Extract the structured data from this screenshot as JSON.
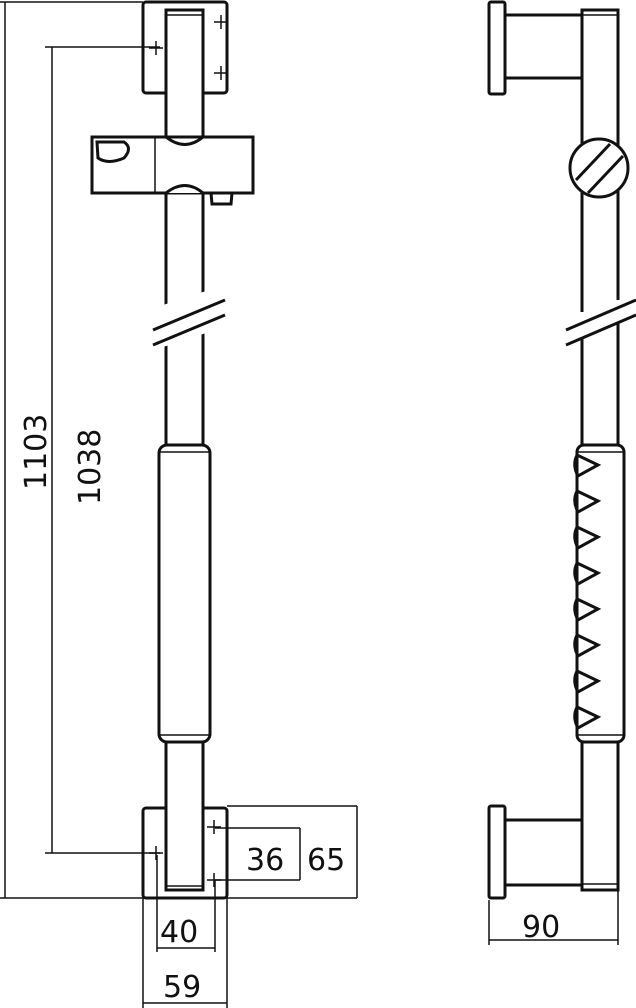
{
  "colors": {
    "line": "#111111",
    "background": "#ffffff"
  },
  "dimensions": {
    "overall_length": "1103",
    "fixing_centers": "1038",
    "bracket_hole_spacing": "36",
    "bracket_height": "65",
    "bracket_inner_width": "40",
    "bracket_width": "59",
    "wall_projection": "90"
  }
}
